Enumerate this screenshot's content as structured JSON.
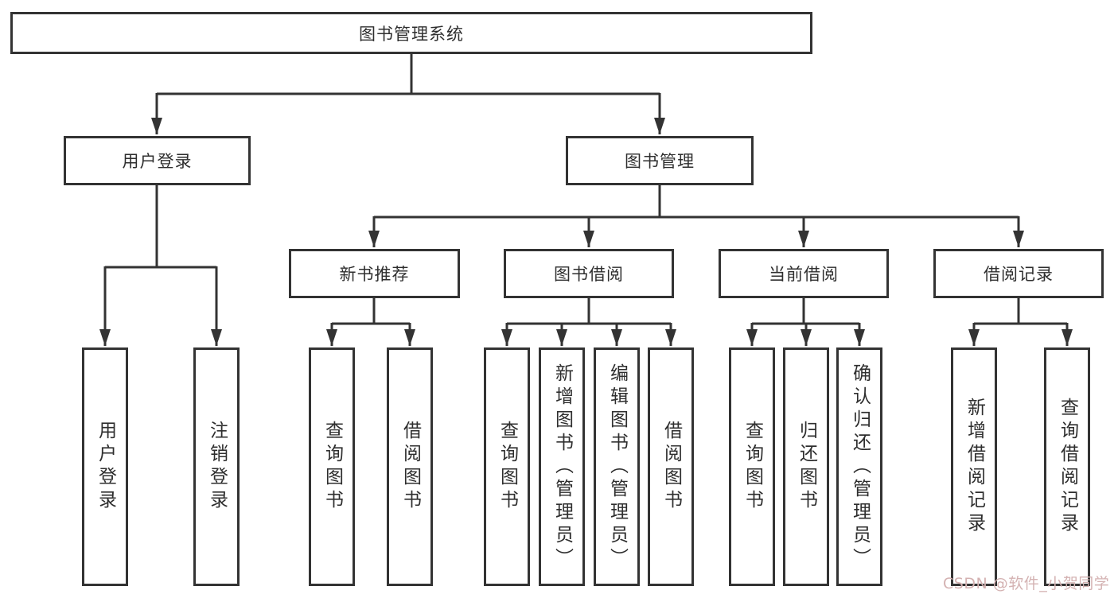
{
  "diagram": {
    "root": "图书管理系统",
    "level2": [
      {
        "label": "用户登录"
      },
      {
        "label": "图书管理"
      }
    ],
    "level3": [
      {
        "label": "新书推荐"
      },
      {
        "label": "图书借阅"
      },
      {
        "label": "当前借阅"
      },
      {
        "label": "借阅记录"
      }
    ],
    "leaves": {
      "user": [
        "用户登录",
        "注销登录"
      ],
      "recommend": [
        "查询图书",
        "借阅图书"
      ],
      "borrow": [
        "查询图书",
        "新增图书（管理员）",
        "编辑图书（管理员）",
        "借阅图书"
      ],
      "current": [
        "查询图书",
        "归还图书",
        "确认归还（管理员）"
      ],
      "records": [
        "新增借阅记录",
        "查询借阅记录"
      ]
    }
  },
  "watermark": {
    "text": "CSDN @软件_小贺同学"
  },
  "colors": {
    "line": "#333333",
    "box_border": "#333333",
    "text": "#2e2e2e",
    "background": "#ffffff",
    "watermark": "#d4b2b2"
  }
}
